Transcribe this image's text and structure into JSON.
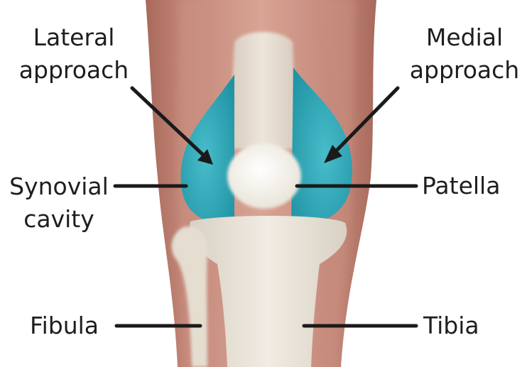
{
  "labels": {
    "lateral_approach": [
      "Lateral",
      "approach"
    ],
    "medial_approach": [
      "Medial",
      "approach"
    ],
    "synovial_cavity": [
      "Synovial",
      "cavity"
    ],
    "patella": "Patella",
    "fibula": "Fibula",
    "tibia": "Tibia"
  },
  "colors": {
    "skin_outer": "#b57a66",
    "skin_mid": "#cf9482",
    "skin_light": "#dba897",
    "synovial_fill": "#2fa9b8",
    "synovial_highlight": "#58c6d2",
    "bone": "#efeae1",
    "bone_shade": "#d9d2c6",
    "patella": "#f8f5ee",
    "label_text": "#1e1e1e",
    "leader": "#1a1a1a"
  }
}
